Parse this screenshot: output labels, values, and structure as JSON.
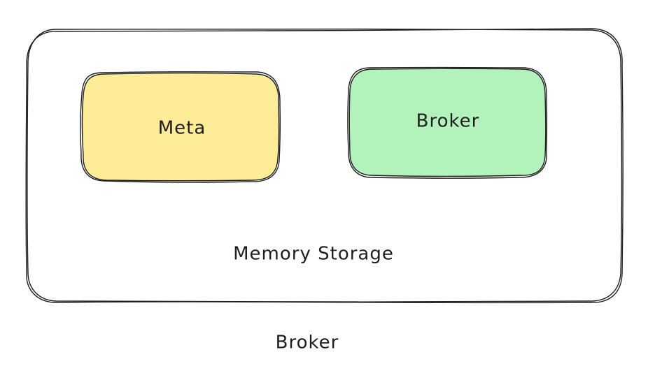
{
  "diagram": {
    "outer_container": {
      "label": "Memory Storage",
      "fill": "#ffffff",
      "stroke": "#1e1e1e"
    },
    "nodes": [
      {
        "label": "Meta",
        "fill": "#ffec99",
        "stroke": "#1e1e1e"
      },
      {
        "label": "Broker",
        "fill": "#b2f2bb",
        "stroke": "#1e1e1e"
      }
    ],
    "caption": "Broker"
  }
}
